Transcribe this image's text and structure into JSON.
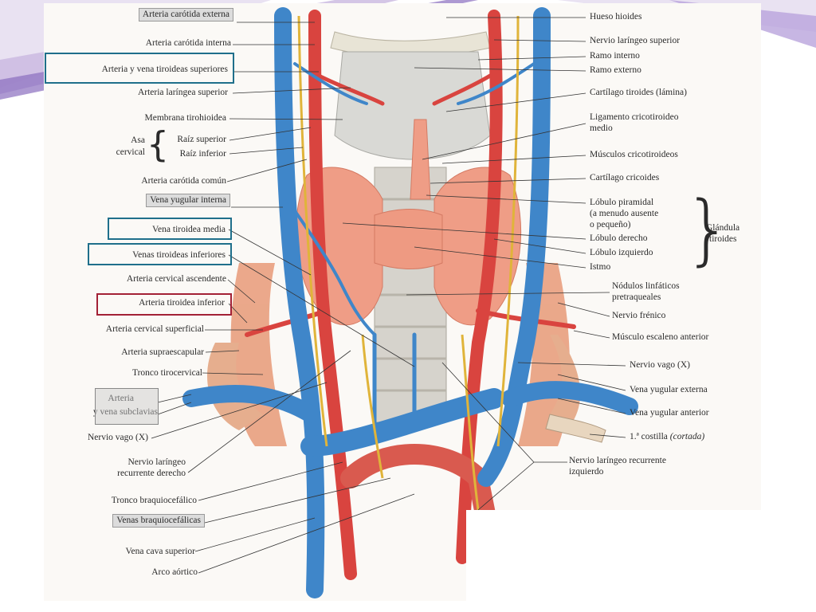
{
  "left_labels": {
    "ext_carotid": "Arteria carótida externa",
    "int_carotid": "Arteria carótida interna",
    "sup_thyroid": "Arteria y vena tiroideas superiores",
    "sup_laryngeal_art": "Arteria laríngea superior",
    "thyrohyoid": "Membrana tirohioidea",
    "asa_word_1": "Asa",
    "asa_word_2": "cervical",
    "asa_sup": "Raíz superior",
    "asa_inf": "Raíz inferior",
    "common_carotid": "Arteria carótida común",
    "int_jugular": "Vena yugular interna",
    "mid_thyroid_vein": "Vena tiroidea media",
    "inf_thyroid_veins": "Venas tiroideas inferiores",
    "asc_cervical": "Arteria cervical ascendente",
    "inf_thyroid_art": "Arteria tiroidea inferior",
    "sup_cervical": "Arteria cervical superficial",
    "suprascapular": "Arteria supraescapular",
    "thyrocervical": "Tronco tirocervical",
    "subclavian_1": "Arteria",
    "subclavian_2": "y vena subclavias",
    "vagus_r": "Nervio vago (X)",
    "rec_laryngeal_r_1": "Nervio laríngeo",
    "rec_laryngeal_r_2": "recurrente derecho",
    "brachiocephalic_trunk": "Tronco braquiocefálico",
    "brachiocephalic_veins": "Venas braquiocefálicas",
    "sup_vena_cava": "Vena cava superior",
    "aortic_arch": "Arco aórtico"
  },
  "right_labels": {
    "hyoid": "Hueso hioides",
    "sup_laryngeal_nerve": "Nervio laríngeo superior",
    "int_branch": "Ramo interno",
    "ext_branch": "Ramo externo",
    "thyroid_cart": "Cartílago tiroides (lámina)",
    "cricothyroid_lig_1": "Ligamento cricotiroideo",
    "cricothyroid_lig_2": "medio",
    "cricothyroid_mus": "Músculos cricotiroideos",
    "cricoid": "Cartílago cricoides",
    "pyramidal_1": "Lóbulo piramidal",
    "pyramidal_2": "(a menudo ausente",
    "pyramidal_3": "o pequeño)",
    "right_lobe": "Lóbulo derecho",
    "left_lobe": "Lóbulo izquierdo",
    "isthmus": "Istmo",
    "gland_1": "Glándula",
    "gland_2": "tiroides",
    "lymph_1": "Nódulos linfáticos",
    "lymph_2": "pretraqueales",
    "phrenic": "Nervio frénico",
    "scalene": "Músculo escaleno anterior",
    "vagus_l": "Nervio vago (X)",
    "ext_jugular": "Vena yugular externa",
    "ant_jugular": "Vena yugular anterior",
    "first_rib": "1.ª costilla",
    "first_rib_note": "(cortada)",
    "rec_laryngeal_l_1": "Nervio laríngeo recurrente",
    "rec_laryngeal_l_2": "izquierdo"
  },
  "colors": {
    "artery": "#d9443f",
    "vein": "#3f86c9",
    "thyroid": "#ef9d86",
    "cartilage": "#d8d8d4",
    "highlight_blue": "#1f6f8b",
    "highlight_red": "#a32136",
    "highlight_grey": "#dcdcdc"
  }
}
